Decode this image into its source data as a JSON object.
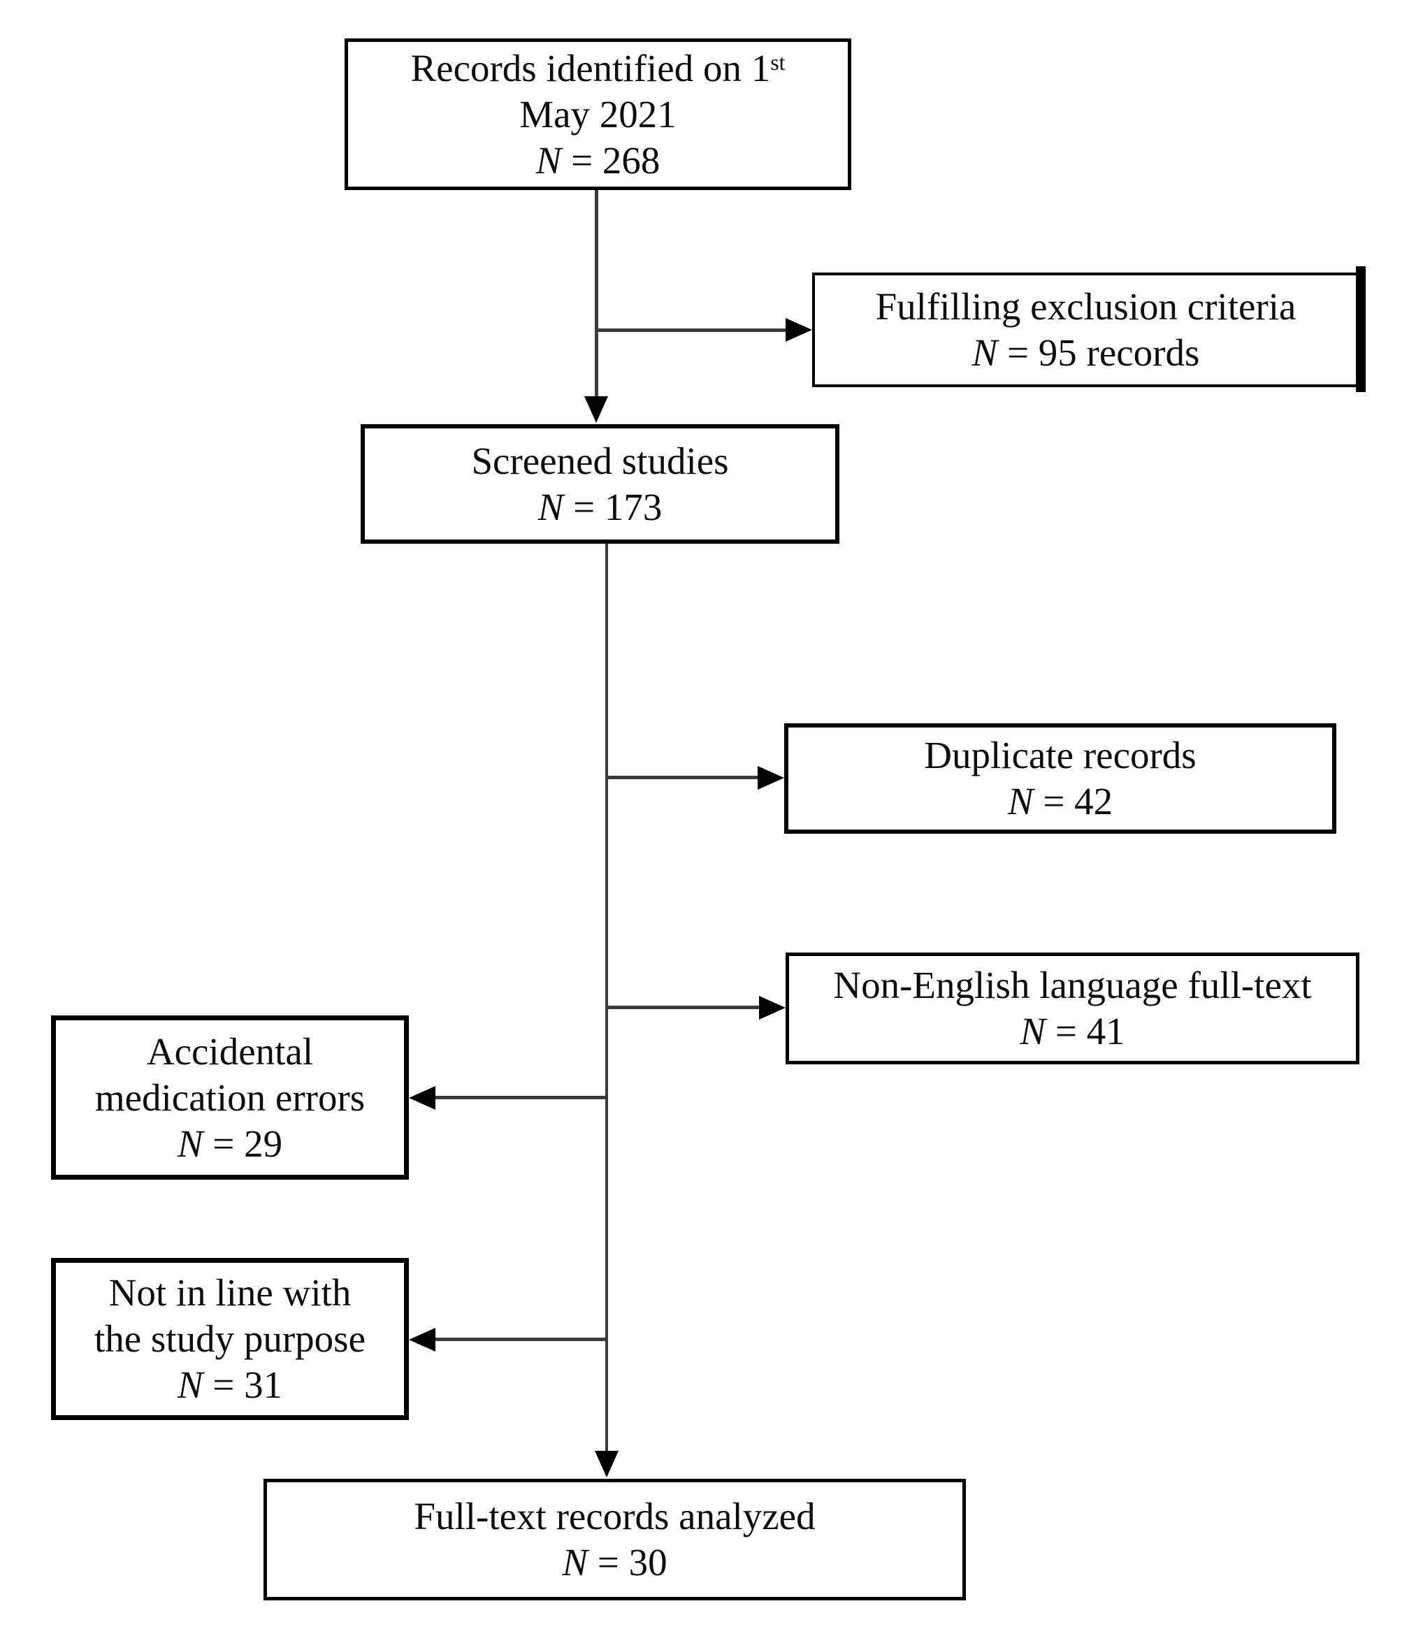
{
  "background": "#ffffff",
  "colors": {
    "box_border": "#000000",
    "connector_line": "#3a3a3a",
    "arrowhead": "#000000",
    "text": "#0e0e0e"
  },
  "nodes": {
    "records_identified": {
      "line1": "Records identified on 1",
      "line1_sup": "st",
      "line2": "May 2021",
      "n_label": "N",
      "n_rest": " = 268",
      "count": 268
    },
    "fulfilling_exclusion": {
      "line1": "Fulfilling exclusion criteria",
      "n_label": "N",
      "n_rest": " = 95 records",
      "count": 95
    },
    "screened_studies": {
      "line1": "Screened studies",
      "n_label": "N",
      "n_rest": " = 173",
      "count": 173
    },
    "duplicate_records": {
      "line1": "Duplicate records",
      "n_label": "N",
      "n_rest": " = 42",
      "count": 42
    },
    "non_english_fulltext": {
      "line1": "Non-English language full-text",
      "n_label": "N",
      "n_rest": " = 41",
      "count": 41
    },
    "accidental_medication_errors": {
      "line1": "Accidental",
      "line2": "medication errors",
      "n_label": "N",
      "n_rest": " = 29",
      "count": 29
    },
    "not_in_line_with_purpose": {
      "line1": "Not in line with",
      "line2": "the study purpose",
      "n_label": "N",
      "n_rest": " = 31",
      "count": 31
    },
    "full_text_analyzed": {
      "line1": "Full-text records analyzed",
      "n_label": "N",
      "n_rest": " = 30",
      "count": 30
    }
  },
  "edges": [
    {
      "from": "records_identified",
      "to": "screened_studies",
      "direction": "down"
    },
    {
      "from": "records_identified",
      "to": "fulfilling_exclusion",
      "direction": "right"
    },
    {
      "from": "screened_studies",
      "to": "duplicate_records",
      "direction": "right"
    },
    {
      "from": "screened_studies",
      "to": "non_english_fulltext",
      "direction": "right"
    },
    {
      "from": "screened_studies",
      "to": "accidental_medication_errors",
      "direction": "left"
    },
    {
      "from": "screened_studies",
      "to": "not_in_line_with_purpose",
      "direction": "left"
    },
    {
      "from": "screened_studies",
      "to": "full_text_analyzed",
      "direction": "down"
    }
  ]
}
